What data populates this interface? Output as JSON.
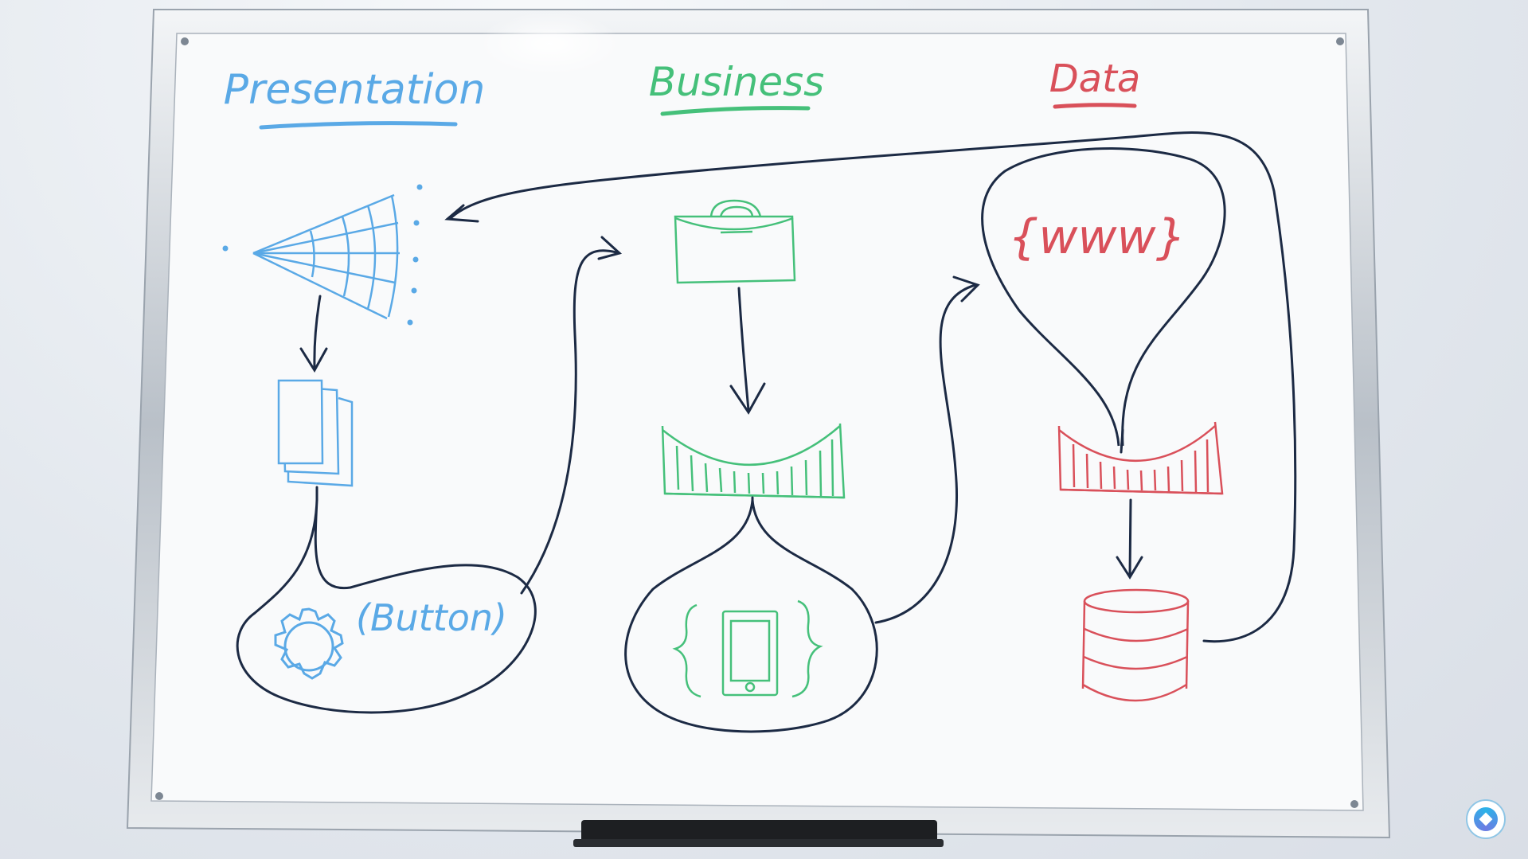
{
  "columns": [
    {
      "title": "Presentation",
      "color": "#5aa9e6"
    },
    {
      "title": "Business",
      "color": "#45c07a"
    },
    {
      "title": "Data",
      "color": "#d9505a"
    }
  ],
  "labels": {
    "button": "(Button)",
    "www": "{www}"
  },
  "ink": {
    "presentation": "#5aa9e6",
    "business": "#45c07a",
    "data": "#d9505a",
    "connector": "#1c2a44"
  },
  "icons": [
    "web-fan-icon",
    "pages-icon",
    "gear-icon",
    "briefcase-icon",
    "bridge-icon",
    "mobile-device-icon",
    "database-icon"
  ]
}
